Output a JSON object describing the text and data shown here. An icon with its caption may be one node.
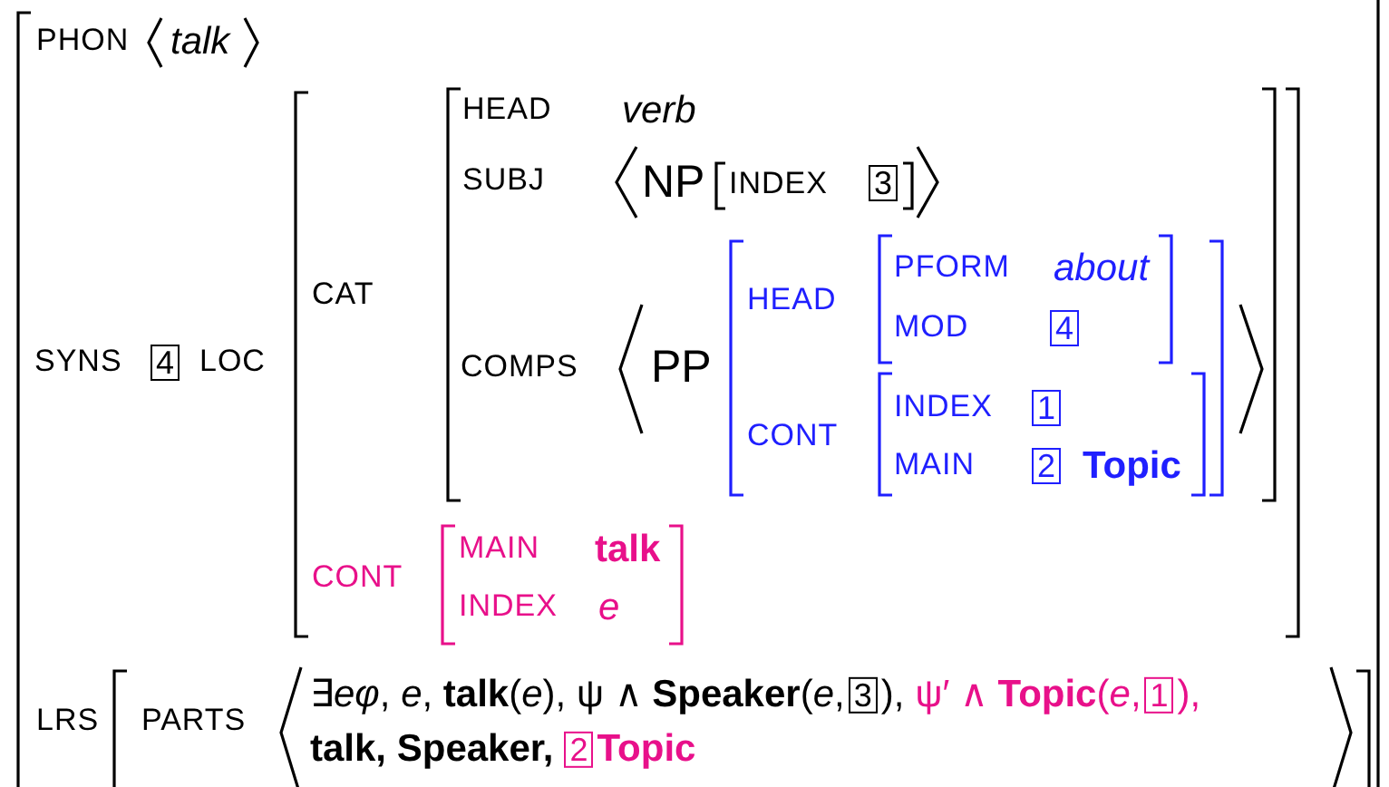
{
  "diagram": {
    "labels": [
      "PHON",
      "talk",
      "SYNS",
      "4",
      "LOC",
      "CAT",
      "HEAD",
      "verb",
      "SUBJ",
      "NP",
      "INDEX",
      "3",
      "COMPS",
      "PP",
      "HEAD",
      "PFORM",
      "about",
      "MOD",
      "4",
      "CONT",
      "INDEX",
      "1",
      "MAIN",
      "2",
      "Topic",
      "CONT",
      "MAIN",
      "talk",
      "INDEX",
      "e",
      "LRS",
      "PARTS",
      "∃*eφ*, *e*, **talk**(*e*), ψ ∧ **Speaker**(*e*,",
      "3",
      "),",
      "ψ′ ∧ **Topic**(*e*,",
      "1",
      "),",
      "talk, Speaker,",
      "2",
      "Topic"
    ]
  }
}
